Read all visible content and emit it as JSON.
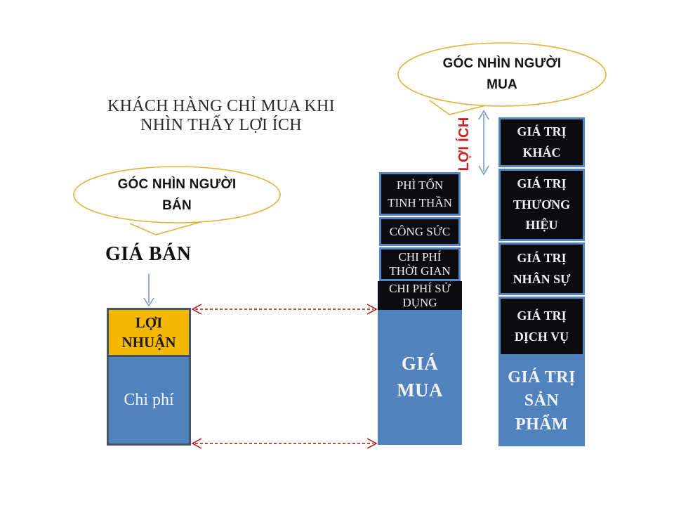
{
  "title": {
    "text": "KHÁCH HÀNG CHỈ MUA KHI\nNHÌN THẤY LỢI ÍCH"
  },
  "bubbles": {
    "seller": {
      "text": "GÓC NHÌN NGƯỜI\nBÁN"
    },
    "buyer": {
      "text": "GÓC NHÌN NGƯỜI\nMUA"
    }
  },
  "labels": {
    "gia_ban": "GIÁ BÁN",
    "loi_ich": "LỢI ÍCH"
  },
  "left_bar": {
    "profit": "LỢI\nNHUẬN",
    "cost": "Chi phí"
  },
  "middle_bar": {
    "items": [
      "PHÌ TỔN\nTINH THẦN",
      "CÔNG SỨC",
      "CHI PHÍ\nTHỜI GIAN",
      "CHI PHÍ SỬ\nDỤNG"
    ],
    "base": "GIÁ\nMUA"
  },
  "right_bar": {
    "items": [
      "GIÁ TRỊ\nKHÁC",
      "GIÁ TRỊ\nTHƯƠNG\nHIỆU",
      "GIÁ TRỊ\nNHÂN SỰ",
      "GIÁ TRỊ\nDỊCH VỤ"
    ],
    "base": "GIÁ TRỊ\nSẢN\nPHẨM"
  },
  "colors": {
    "bar_blue": "#5082BE",
    "profit_orange": "#F5B800",
    "box_black": "#0B0B10",
    "box_border_blue": "#5585C2",
    "bar_border_slate": "#44546A",
    "bubble_border_gold": "#E2B33C",
    "benefit_red": "#CF2121",
    "dashed_arrow_red": "#AA1111",
    "connector_blue": "#7B97C4",
    "title_ink": "#2E2A28"
  }
}
